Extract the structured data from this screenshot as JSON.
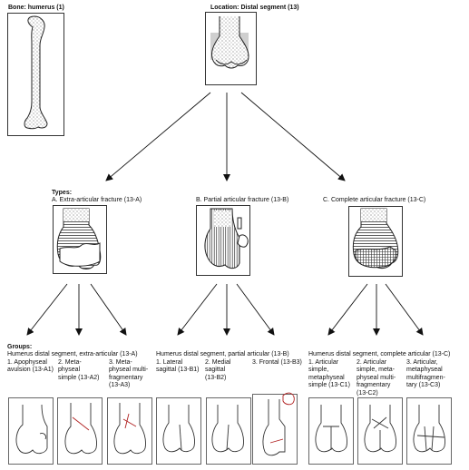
{
  "top": {
    "bone": "Bone: humerus (1)",
    "location": "Location: Distal segment (13)"
  },
  "types": {
    "heading": "Types:",
    "a": "A. Extra-articular fracture (13-A)",
    "b": "B. Partial articular fracture (13-B)",
    "c": "C. Complete articular fracture (13-C)"
  },
  "groups": {
    "heading": "Groups:",
    "a": {
      "subtitle": "Humerus distal segment, extra-articular (13-A)",
      "items": [
        {
          "lines": [
            "1. Apophyseal",
            "avulsion (13-A1)"
          ]
        },
        {
          "lines": [
            "2. Meta-",
            "physeal",
            "simple (13-A2)"
          ]
        },
        {
          "lines": [
            "3. Meta-",
            "physeal multi-",
            "fragmentary",
            "(13-A3)"
          ]
        }
      ]
    },
    "b": {
      "subtitle": "Humerus distal segment, partial articular (13-B)",
      "items": [
        {
          "lines": [
            "1. Lateral",
            "sagittal (13-B1)"
          ]
        },
        {
          "lines": [
            "2. Medial",
            "sagittal",
            "(13-B2)"
          ]
        },
        {
          "lines": [
            "3. Frontal (13-B3)"
          ]
        }
      ]
    },
    "c": {
      "subtitle": "Humerus distal segment, complete articular (13-C)",
      "items": [
        {
          "lines": [
            "1. Articular",
            "simple,",
            "metaphyseal",
            "simple (13-C1)"
          ]
        },
        {
          "lines": [
            "2. Articular",
            "simple, meta-",
            "physeal multi-",
            "fragmentary",
            "(13-C2)"
          ]
        },
        {
          "lines": [
            "3. Articular,",
            "metaphyseal",
            "multifragmen-",
            "tary (13-C3)"
          ]
        }
      ]
    }
  }
}
